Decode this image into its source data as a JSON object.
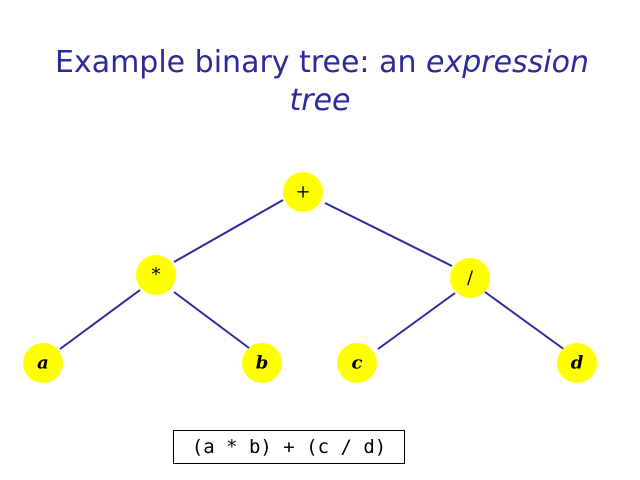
{
  "title": {
    "prefix": "Example binary tree: an ",
    "emphasis_1": "expression",
    "emphasis_2": "tree"
  },
  "tree": {
    "nodes": {
      "root": "+",
      "left_op": "*",
      "right_op": "/",
      "leaf_a": "a",
      "leaf_b": "b",
      "leaf_c": "c",
      "leaf_d": "d"
    },
    "colors": {
      "node_fill": "#ffff00",
      "edge": "#2b2b9a",
      "title": "#2b2b9a"
    }
  },
  "expression": "(a * b) + (c / d)"
}
